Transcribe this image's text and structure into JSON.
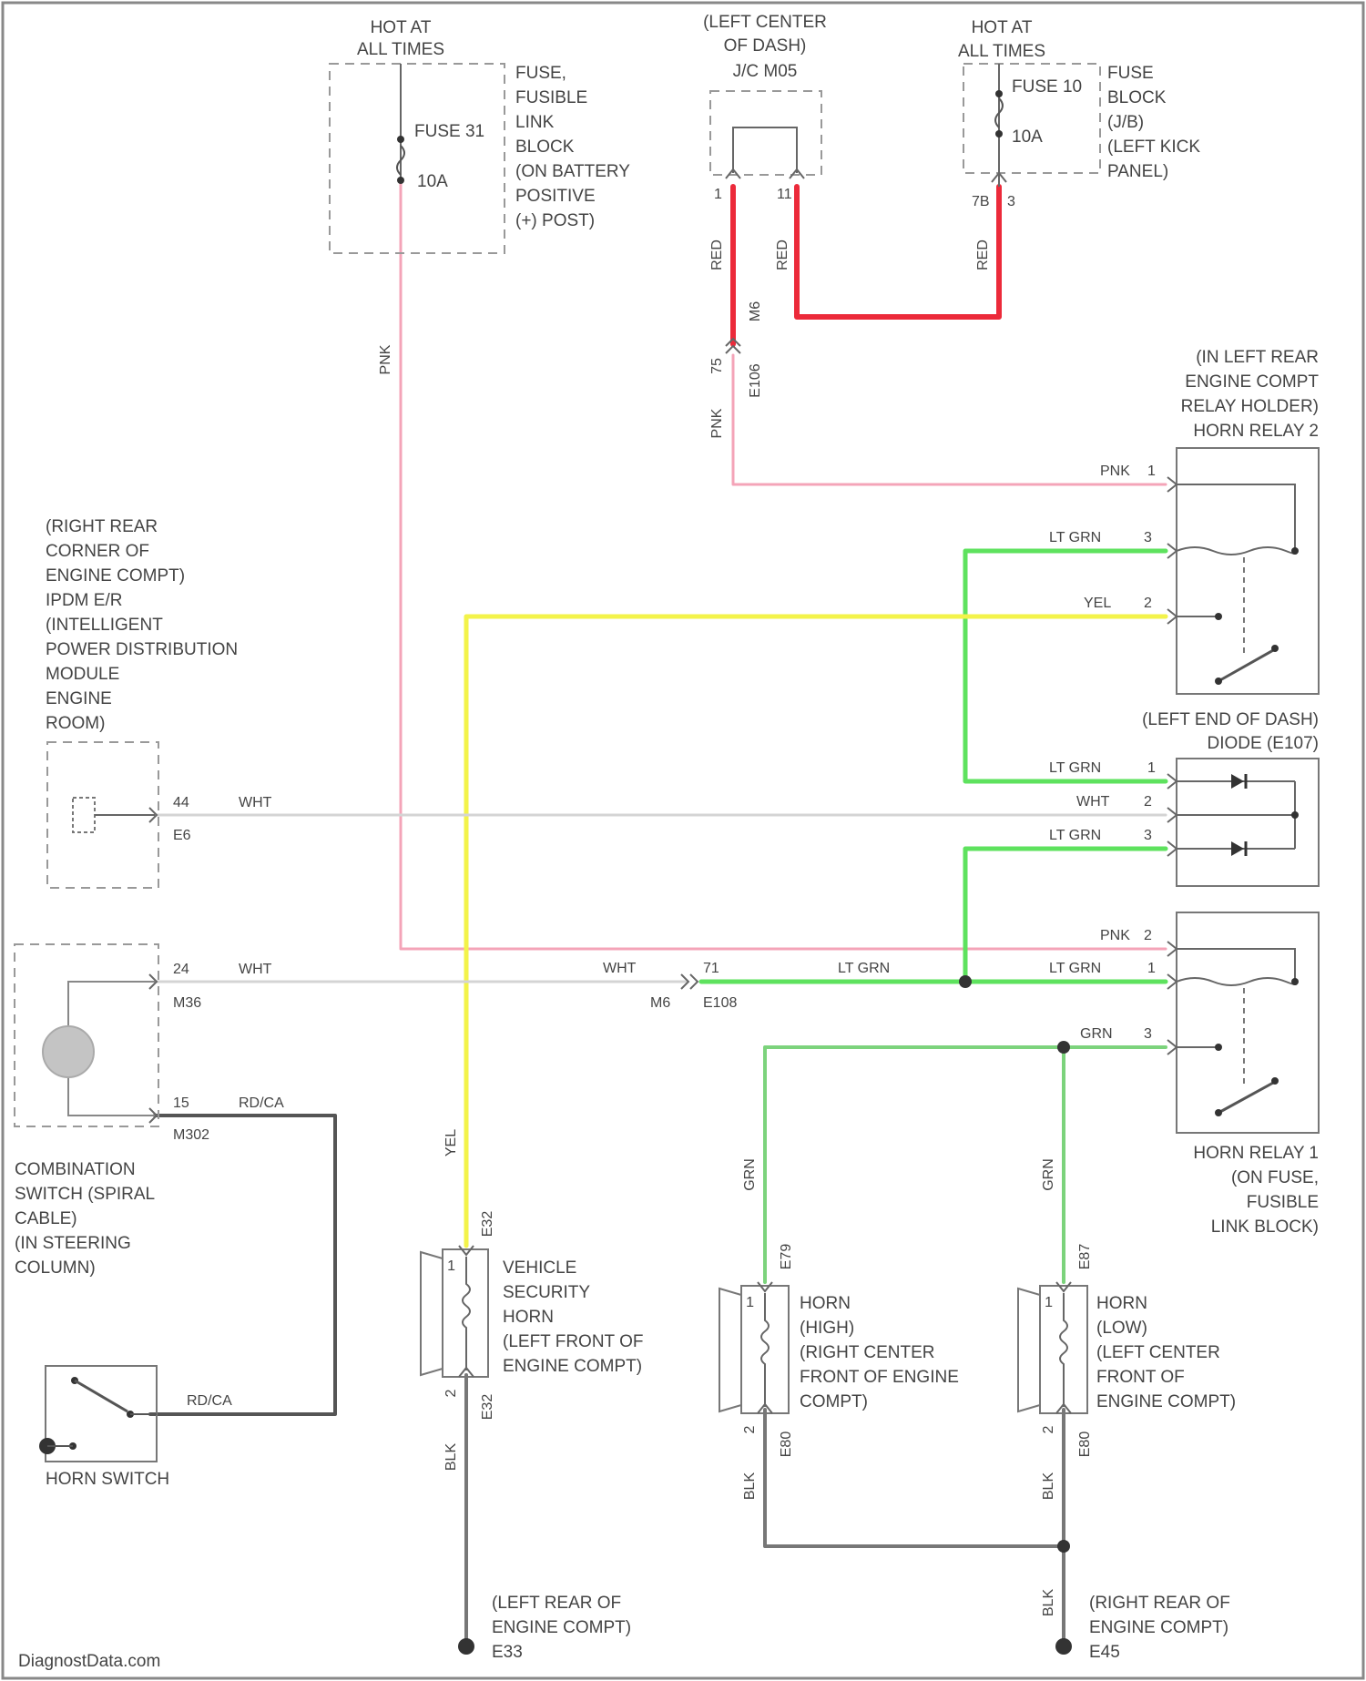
{
  "colors": {
    "pnk": "#f4a4b8",
    "red": "#ec2a3a",
    "lt_grn": "#5ee25e",
    "grn": "#7cd37c",
    "yel": "#f3f34a",
    "wht": "#d4d4d4",
    "blk": "#777777",
    "rd_ca": "#555555"
  },
  "components": {
    "hot_left_l1": "HOT AT",
    "hot_left_l2": "ALL TIMES",
    "fuse31_l1": "FUSE 31",
    "fuse31_l2": "10A",
    "ffl_l1": "FUSE,",
    "ffl_l2": "FUSIBLE",
    "ffl_l3": "LINK",
    "ffl_l4": "BLOCK",
    "ffl_l5": "(ON BATTERY",
    "ffl_l6": "POSITIVE",
    "ffl_l7": "(+) POST)",
    "jc_l1": "(LEFT CENTER",
    "jc_l2": "OF DASH)",
    "jc_l3": "J/C M05",
    "hot_right_l1": "HOT AT",
    "hot_right_l2": "ALL TIMES",
    "fuse10_l1": "FUSE 10",
    "fuse10_l2": "10A",
    "fb_l1": "FUSE",
    "fb_l2": "BLOCK",
    "fb_l3": "(J/B)",
    "fb_l4": "(LEFT KICK",
    "fb_l5": "PANEL)",
    "hr2_l1": "(IN LEFT REAR",
    "hr2_l2": "ENGINE COMPT",
    "hr2_l3": "RELAY HOLDER)",
    "hr2_l4": "HORN RELAY 2",
    "ipdm_l1": "(RIGHT REAR",
    "ipdm_l2": "CORNER OF",
    "ipdm_l3": "ENGINE COMPT)",
    "ipdm_l4": "IPDM E/R",
    "ipdm_l5": "(INTELLIGENT",
    "ipdm_l6": "POWER DISTRIBUTION",
    "ipdm_l7": "MODULE",
    "ipdm_l8": "ENGINE",
    "ipdm_l9": "ROOM)",
    "diode_l1": "(LEFT END OF DASH)",
    "diode_l2": "DIODE (E107)",
    "hr1_l1": "HORN RELAY 1",
    "hr1_l2": "(ON FUSE,",
    "hr1_l3": "FUSIBLE",
    "hr1_l4": "LINK BLOCK)",
    "combo_l1": "COMBINATION",
    "combo_l2": "SWITCH (SPIRAL",
    "combo_l3": "CABLE)",
    "combo_l4": "(IN STEERING",
    "combo_l5": "COLUMN)",
    "horn_switch": "HORN SWITCH",
    "vsh_l1": "VEHICLE",
    "vsh_l2": "SECURITY",
    "vsh_l3": "HORN",
    "vsh_l4": "(LEFT FRONT OF",
    "vsh_l5": "ENGINE COMPT)",
    "hh_l1": "HORN",
    "hh_l2": "(HIGH)",
    "hh_l3": "(RIGHT CENTER",
    "hh_l4": "FRONT OF ENGINE",
    "hh_l5": "COMPT)",
    "hl_l1": "HORN",
    "hl_l2": "(LOW)",
    "hl_l3": "(LEFT CENTER",
    "hl_l4": "FRONT OF",
    "hl_l5": "ENGINE COMPT)",
    "gnd_left_l1": "(LEFT REAR OF",
    "gnd_left_l2": "ENGINE COMPT)",
    "gnd_left_id": "E33",
    "gnd_right_l1": "(RIGHT REAR OF",
    "gnd_right_l2": "ENGINE COMPT)",
    "gnd_right_id": "E45",
    "watermark": "DiagnostData.com"
  },
  "wire_labels": {
    "pnk_vert": "PNK",
    "red_a": "RED",
    "red_b": "RED",
    "red_c": "RED",
    "red_bot": "RED",
    "pnk_jc": "PNK",
    "pnk_hr2": "PNK",
    "ltgrn_hr2": "LT GRN",
    "yel_hr2": "YEL",
    "ltgrn_d1": "LT GRN",
    "wht_d2": "WHT",
    "ltgrn_d3": "LT GRN",
    "wht_ipdm": "WHT",
    "pnk_hr1": "PNK",
    "ltgrn_hr1": "LT GRN",
    "grn_hr1": "GRN",
    "wht_combo": "WHT",
    "wht_e108": "WHT",
    "ltgrn_mid": "LT GRN",
    "rdca_combo": "RD/CA",
    "rdca_sw": "RD/CA",
    "yel_vert": "YEL",
    "grn_hh": "GRN",
    "grn_hl": "GRN",
    "blk_vsh": "BLK",
    "blk_hh": "BLK",
    "blk_hl": "BLK",
    "blk_gnd": "BLK"
  },
  "pins": {
    "jc_p1": "1",
    "jc_p2": "11",
    "fb_p1": "7B",
    "fb_p2": "3",
    "conn_e106_pin": "75",
    "conn_m6": "M6",
    "conn_e106": "E106",
    "hr2_p1": "1",
    "hr2_p3": "3",
    "hr2_p2": "2",
    "d_p1": "1",
    "d_p2": "2",
    "d_p3": "3",
    "ipdm_p": "44",
    "ipdm_c": "E6",
    "hr1_p2": "2",
    "hr1_p1": "1",
    "hr1_p3": "3",
    "combo_p24": "24",
    "combo_m36": "M36",
    "combo_p15": "15",
    "combo_m302": "M302",
    "e108_pin": "71",
    "e108_m6": "M6",
    "e108_id": "E108",
    "vsh_c_top": "E32",
    "vsh_p1": "1",
    "vsh_p2": "2",
    "vsh_c_bot": "E32",
    "hh_c_top": "E79",
    "hh_p1": "1",
    "hh_p2": "2",
    "hh_c_bot": "E80",
    "hl_c_top": "E87",
    "hl_p1": "1",
    "hl_p2": "2",
    "hl_c_bot": "E80"
  }
}
